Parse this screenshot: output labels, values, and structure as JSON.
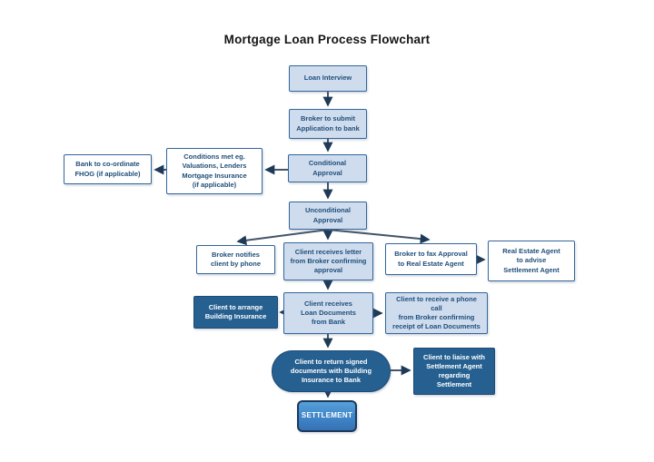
{
  "title": "Mortgage Loan Process Flowchart",
  "colors": {
    "light_fill": "#cfdcee",
    "white_fill": "#ffffff",
    "dark_fill": "#266090",
    "border_blue": "#33669b",
    "text_blue": "#1f4e79",
    "settlement_fill": "#4189cc",
    "connector": "#44546a"
  },
  "nodes": [
    {
      "id": "loan-interview",
      "style": "light",
      "label": "Loan Interview"
    },
    {
      "id": "broker-submit",
      "style": "light",
      "label": "Broker to submit\nApplication to bank"
    },
    {
      "id": "conditional-approval",
      "style": "light",
      "label": "Conditional\nApproval"
    },
    {
      "id": "conditions-met",
      "style": "white",
      "label": "Conditions met eg.\nValuations, Lenders\nMortgage Insurance\n(if applicable)"
    },
    {
      "id": "bank-fhog",
      "style": "white",
      "label": "Bank to co-ordinate\nFHOG (if applicable)"
    },
    {
      "id": "unconditional-approval",
      "style": "light",
      "label": "Unconditional\nApproval"
    },
    {
      "id": "broker-notifies",
      "style": "white",
      "label": "Broker notifies\nclient by phone"
    },
    {
      "id": "client-letter",
      "style": "light",
      "label": "Client receives letter\nfrom Broker confirming\napproval"
    },
    {
      "id": "broker-fax",
      "style": "white",
      "label": "Broker to fax Approval\nto Real Estate Agent"
    },
    {
      "id": "rea-advise",
      "style": "white",
      "label": "Real Estate Agent\nto advise\nSettlement Agent"
    },
    {
      "id": "client-arrange",
      "style": "dark",
      "label": "Client to arrange\nBuilding Insurance"
    },
    {
      "id": "client-loan-docs",
      "style": "light",
      "label": "Client receives\nLoan Documents\nfrom Bank"
    },
    {
      "id": "client-phone",
      "style": "light",
      "label": "Client to receive a phone\ncall\nfrom Broker confirming\nreceipt of Loan Documents"
    },
    {
      "id": "client-return",
      "style": "stadium",
      "label": "Client to return signed\ndocuments with Building\nInsurance to Bank"
    },
    {
      "id": "client-liaise",
      "style": "dark",
      "label": "Client to liaise with\nSettlement Agent\nregarding\nSettlement"
    },
    {
      "id": "settlement",
      "style": "settlement",
      "label": "SETTLEMENT"
    }
  ],
  "edges": [
    {
      "from": "loan-interview",
      "to": "broker-submit"
    },
    {
      "from": "broker-submit",
      "to": "conditional-approval"
    },
    {
      "from": "conditional-approval",
      "to": "conditions-met"
    },
    {
      "from": "conditions-met",
      "to": "bank-fhog"
    },
    {
      "from": "conditional-approval",
      "to": "unconditional-approval"
    },
    {
      "from": "unconditional-approval",
      "to": "broker-notifies"
    },
    {
      "from": "unconditional-approval",
      "to": "client-letter"
    },
    {
      "from": "unconditional-approval",
      "to": "broker-fax"
    },
    {
      "from": "broker-fax",
      "to": "rea-advise"
    },
    {
      "from": "client-letter",
      "to": "client-loan-docs"
    },
    {
      "from": "client-loan-docs",
      "to": "client-arrange"
    },
    {
      "from": "client-loan-docs",
      "to": "client-phone"
    },
    {
      "from": "client-loan-docs",
      "to": "client-return"
    },
    {
      "from": "client-return",
      "to": "client-liaise"
    },
    {
      "from": "client-return",
      "to": "settlement"
    }
  ]
}
